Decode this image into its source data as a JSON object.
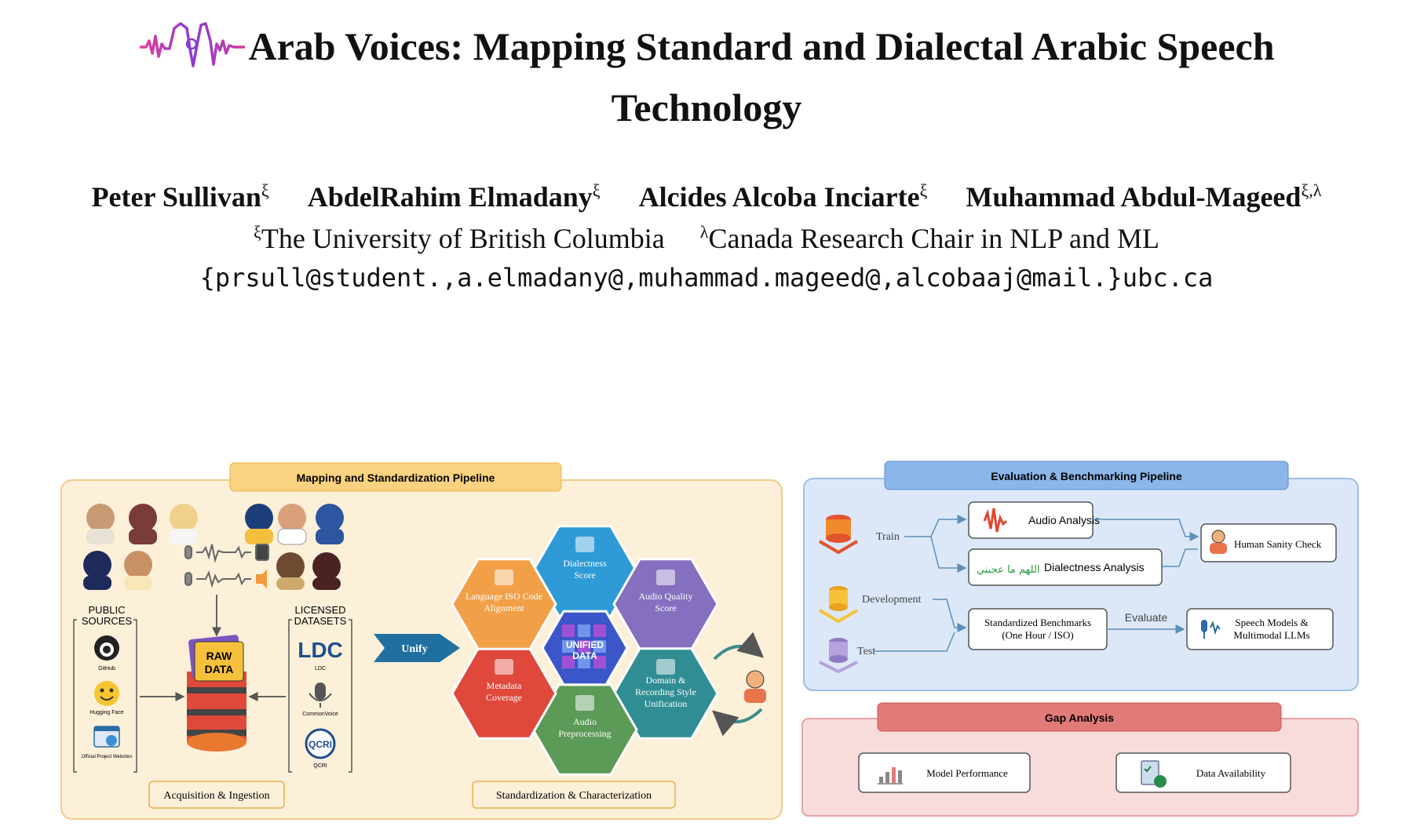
{
  "paper": {
    "title_line1": "Arab Voices: Mapping Standard and Dialectal Arabic Speech",
    "title_line2": "Technology",
    "authors": [
      {
        "name": "Peter Sullivan",
        "sup": "ξ"
      },
      {
        "name": "AbdelRahim Elmadany",
        "sup": "ξ"
      },
      {
        "name": "Alcides Alcoba Inciarte",
        "sup": "ξ"
      },
      {
        "name": "Muhammad Abdul-Mageed",
        "sup": "ξ,λ"
      }
    ],
    "affiliations": [
      {
        "sup": "ξ",
        "text": "The University of British Columbia"
      },
      {
        "sup": "λ",
        "text": "Canada Research Chair in NLP and ML"
      }
    ],
    "emails": "{prsull@student.,a.elmadany@,muhammad.mageed@,alcobaaj@mail.}ubc.ca"
  },
  "figure": {
    "mapping": {
      "title": "Mapping and Standardization Pipeline",
      "public_sources": "PUBLIC\nSOURCES",
      "licensed_datasets": "LICENSED\nDATASETS",
      "public": [
        {
          "label": "GitHub",
          "icon": "github-icon"
        },
        {
          "label": "Hugging Face",
          "icon": "hugging-face-icon"
        },
        {
          "label": "Official Project Websites",
          "icon": "website-icon"
        }
      ],
      "licensed": [
        {
          "label": "LDC",
          "logo": "LDC"
        },
        {
          "label": "CommonVoice",
          "icon": "microphone-icon"
        },
        {
          "label": "QCRI",
          "logo": "QCRI"
        }
      ],
      "raw_data": "RAW\nDATA",
      "unify": "Unify",
      "hexes": {
        "dialectness": "Dialectness\nScore",
        "audio_quality": "Audio Quality\nScore",
        "domain": "Domain &\nRecording Style\nUnification",
        "audio_preprocessing": "Audio\nPreprocessing",
        "metadata": "Metadata\nCoverage",
        "language_iso": "Language ISO Code\nAlignment",
        "unified": "UNIFIED\nDATA"
      },
      "acquisition": "Acquisition & Ingestion",
      "standardization": "Standardization & Characterization"
    },
    "evaluation": {
      "title": "Evaluation & Benchmarking Pipeline",
      "train": "Train",
      "development": "Development",
      "test": "Test",
      "audio_analysis": "Audio Analysis",
      "dialectness_analysis_arabic": "اللهم ما عجبني",
      "dialectness_analysis": "Dialectness Analysis",
      "human_sanity": "Human Sanity Check",
      "benchmarks": "Standardized Benchmarks\n(One Hour / ISO)",
      "evaluate": "Evaluate",
      "speech_models": "Speech Models  &\nMultimodal LLMs"
    },
    "gap": {
      "title": "Gap Analysis",
      "model_performance": "Model Performance",
      "data_availability": "Data Availability"
    },
    "colors": {
      "mapping_bg": "#fdf0d9",
      "mapping_title": "#fbd27f",
      "eval_bg": "#dce8f8",
      "eval_title": "#8bb6ea",
      "gap_bg": "#f8dcdc",
      "gap_title": "#e27b78",
      "hex_blue": "#2e9bd6",
      "hex_purple": "#8570bf",
      "hex_teal": "#2f8d93",
      "hex_green": "#5b9a57",
      "hex_red": "#e0483c",
      "hex_orange": "#f2a048"
    }
  }
}
